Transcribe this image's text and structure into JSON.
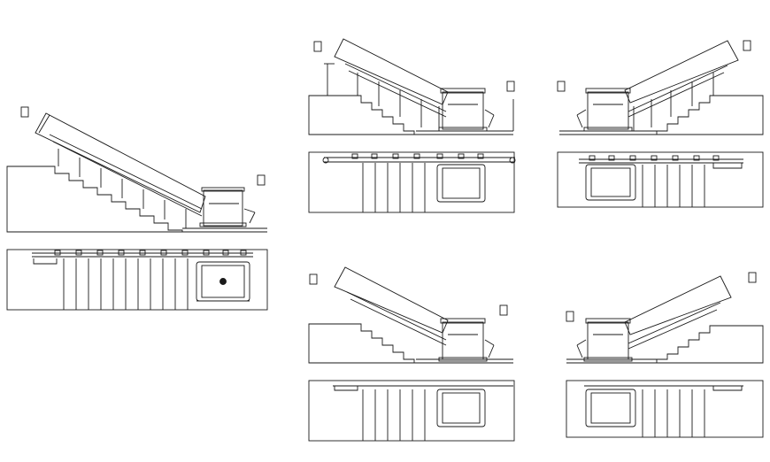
{
  "drawing": {
    "line_color": "#1a1a1a",
    "background": "#ffffff",
    "views": [
      {
        "name": "stair-lift-view-large",
        "tread_count": 10,
        "post_count": 7
      },
      {
        "name": "stair-lift-view-top-middle",
        "tread_count": 6,
        "post_count": 6
      },
      {
        "name": "stair-lift-view-top-right",
        "tread_count": 6,
        "post_count": 6
      },
      {
        "name": "stair-lift-view-bottom-middle",
        "tread_count": 6,
        "post_count": 6
      },
      {
        "name": "stair-lift-view-bottom-right",
        "tread_count": 6,
        "post_count": 6
      }
    ]
  }
}
